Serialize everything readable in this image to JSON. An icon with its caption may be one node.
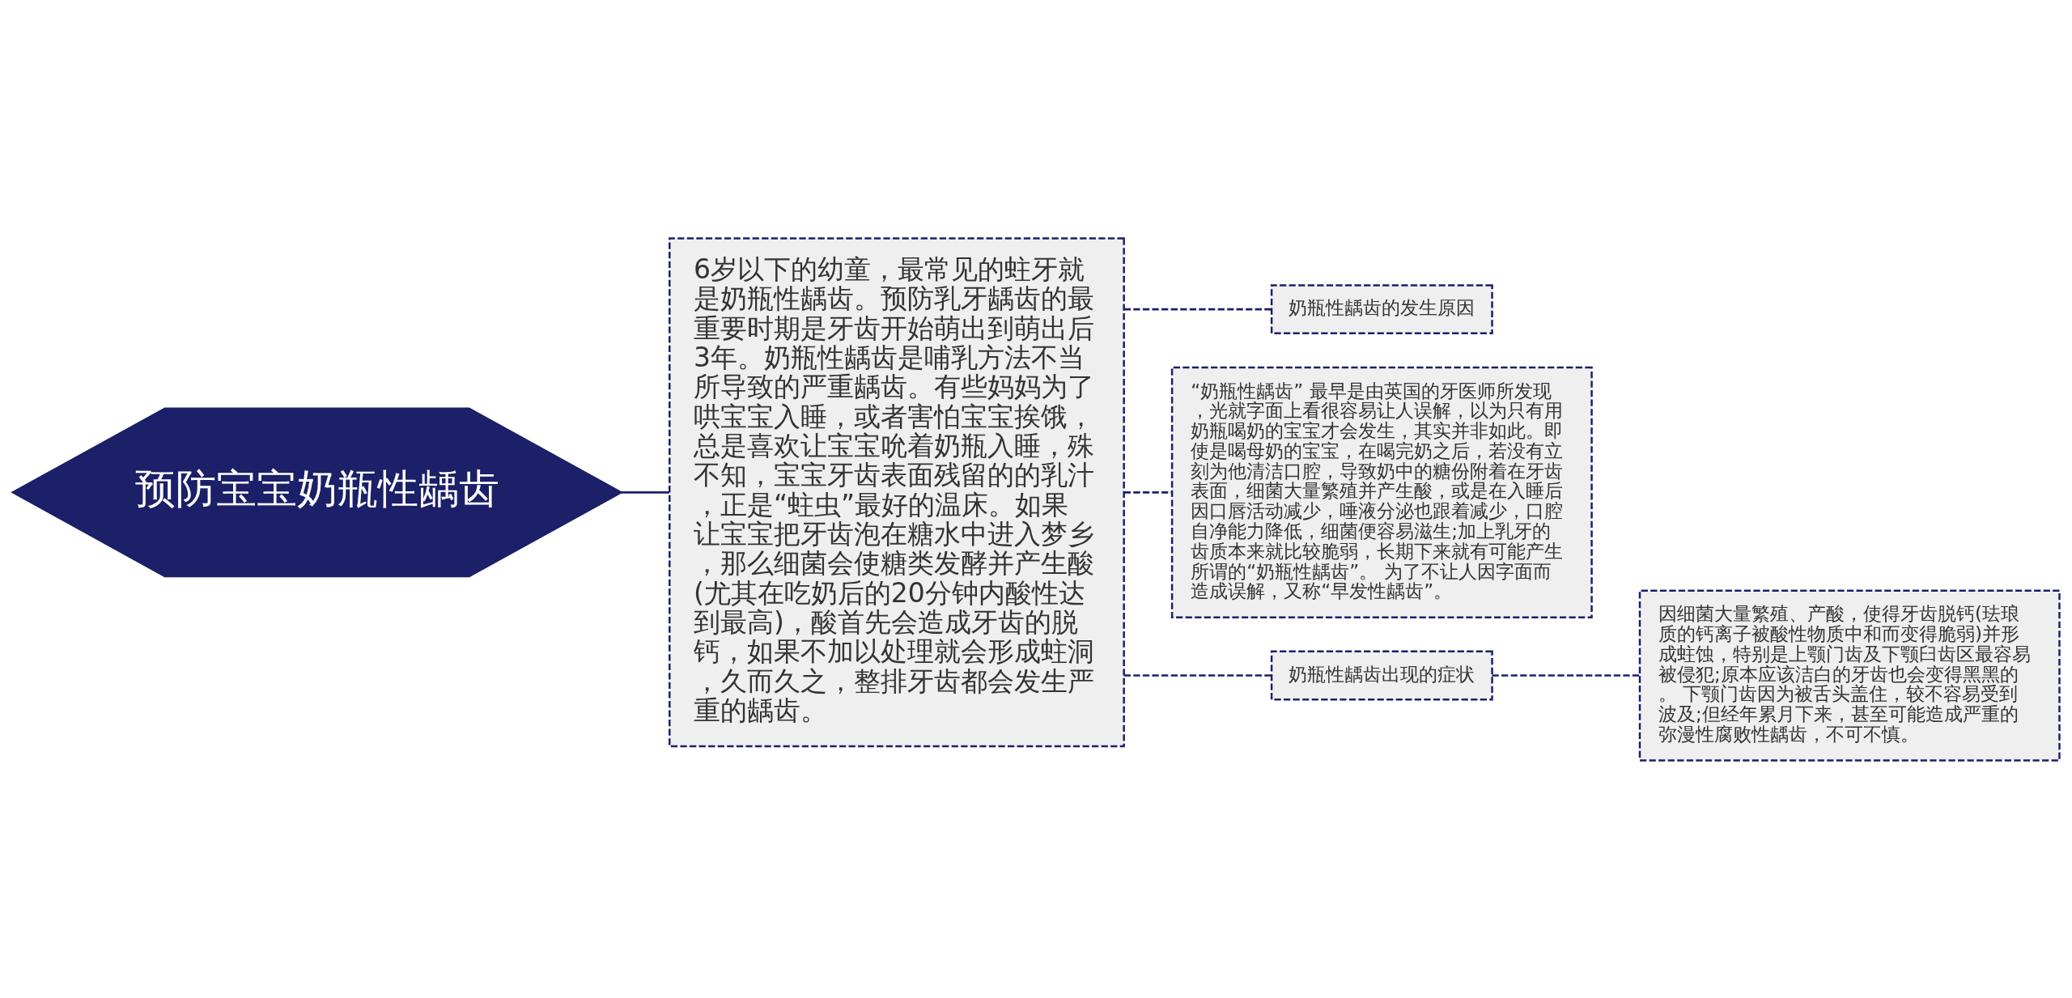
{
  "diagram": {
    "nodes": [
      {
        "text": [
          "预防宝宝奶瓶性龋齿"
        ]
      },
      {
        "text": [
          "6岁以下的幼童，最常见的蛀牙就是奶瓶性龋齿。预防乳牙龋齿的最重要时期是牙齿开始萌出到萌出后3年。奶瓶性龋齿是哺乳方法不当所导致的严重龋齿。有些妈妈为了哄宝宝入睡，或者害怕宝宝挨饿，总是喜欢让宝宝吮着奶瓶入睡，殊不知，宝宝牙齿表面残留的的乳汁，正是“蛀虫”最好的温床。如果让宝宝把牙齿泡在糖水中进入梦乡，那么细菌会使糖类发酵并产生酸(尤其在吃奶后的20分钟内酸性达到最高)，酸首先会造成牙齿的脱钙，如果不加以处理就会形成蛀洞，久而久之，整排牙齿都会发生严重的龋齿。"
        ]
      },
      {
        "text": [
          "奶瓶性龋齿的发生原因"
        ]
      },
      {
        "text": [
          "“奶瓶性龋齿” 最早是由英国的牙医师所发现，光就字面上看很容易让人误解，以为只有用奶瓶喝奶的宝宝才会发生，其实并非如此。即使是喝母奶的宝宝，在喝完奶之后，若没有立刻为他清洁口腔，导致奶中的糖份附着在牙齿表面，细菌大量繁殖并产生酸，或是在入睡后因口唇活动减少，唾液分泌也跟着减少，口腔自净能力降低，细菌便容易滋生;加上乳牙的齿质本来就比较脆弱，长期下来就有可能产生所谓的“奶瓶性龋齿”。 为了不让人因字面而造成误解，又称“早发性龋齿”。"
        ]
      },
      {
        "text": [
          "奶瓶性龋齿出现的症状"
        ]
      },
      {
        "text": [
          "因细菌大量繁殖、产酸，使得牙齿脱钙(珐琅质的钙离子被酸性物质中和而变得脆弱)并形成蛀蚀，特别是上颚门齿及下颚臼齿区最容易被侵犯;原本应该洁白的牙齿也会变得黑黑的。 下颚门齿因为被舌头盖住，较不容易受到波及;但经年累月下来，甚至可能造成严重的弥漫性腐败性龋齿，不可不慎。"
        ]
      }
    ],
    "edges": [
      {
        "from": 0,
        "to": 1,
        "arrow": "none"
      },
      {
        "from": 1,
        "to": 2,
        "arrow": "none",
        "style": "dashed"
      },
      {
        "from": 1,
        "to": 3,
        "arrow": "none",
        "style": "dashed"
      },
      {
        "from": 1,
        "to": 4,
        "arrow": "none",
        "style": "dashed"
      },
      {
        "from": 4,
        "to": 5,
        "arrow": "none",
        "style": "dashed"
      }
    ]
  }
}
